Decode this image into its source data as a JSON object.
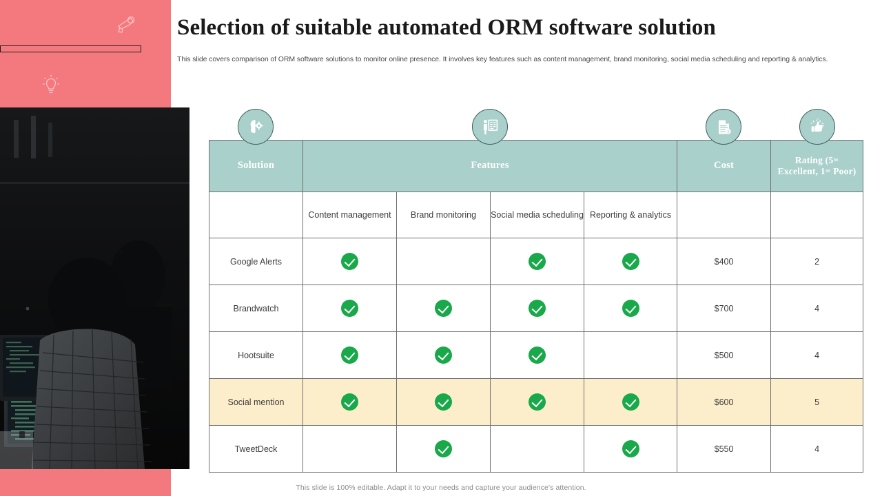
{
  "slide": {
    "title": "Selection of suitable automated ORM software solution",
    "subtitle": "This slide covers comparison of ORM software solutions to monitor online presence. It involves key features such as content management, brand monitoring, social media scheduling and reporting & analytics.",
    "footer_note": "This slide is 100% editable. Adapt it to your needs and capture your audience's attention."
  },
  "colors": {
    "accent_pink": "#f4797e",
    "header_teal": "#a9d0cb",
    "highlight_row": "#fdeecb",
    "check_green": "#19a84a",
    "border_gray": "#6f6f6f",
    "title_text": "#1a1a1a",
    "body_text": "#3d3d3d",
    "footer_text": "#8a8a8a"
  },
  "decorations": {
    "megaphone_icon": "megaphone-icon",
    "bulb_icon": "lightbulb-icon",
    "pink_bar": "pink-accent-bar",
    "photo": "office-workstation-photo"
  },
  "badges": [
    {
      "name": "head-gear-icon",
      "label": "Solution"
    },
    {
      "name": "presentation-person-icon",
      "label": "Features"
    },
    {
      "name": "document-icon",
      "label": "Cost"
    },
    {
      "name": "thumbs-up-icon",
      "label": "Rating"
    }
  ],
  "table": {
    "headers": {
      "solution": "Solution",
      "features": "Features",
      "cost": "Cost",
      "rating": "Rating (5= Excellent, 1= Poor)"
    },
    "feature_columns": [
      "Content management",
      "Brand monitoring",
      "Social media scheduling",
      "Reporting & analytics"
    ],
    "rows": [
      {
        "solution": "Google Alerts",
        "features": [
          true,
          false,
          true,
          true
        ],
        "cost": "$400",
        "rating": "2",
        "highlight": false
      },
      {
        "solution": "Brandwatch",
        "features": [
          true,
          true,
          true,
          true
        ],
        "cost": "$700",
        "rating": "4",
        "highlight": false
      },
      {
        "solution": "Hootsuite",
        "features": [
          true,
          true,
          true,
          false
        ],
        "cost": "$500",
        "rating": "4",
        "highlight": false
      },
      {
        "solution": "Social mention",
        "features": [
          true,
          true,
          true,
          true
        ],
        "cost": "$600",
        "rating": "5",
        "highlight": true
      },
      {
        "solution": "TweetDeck",
        "features": [
          false,
          true,
          false,
          true
        ],
        "cost": "$550",
        "rating": "4",
        "highlight": false
      }
    ]
  }
}
